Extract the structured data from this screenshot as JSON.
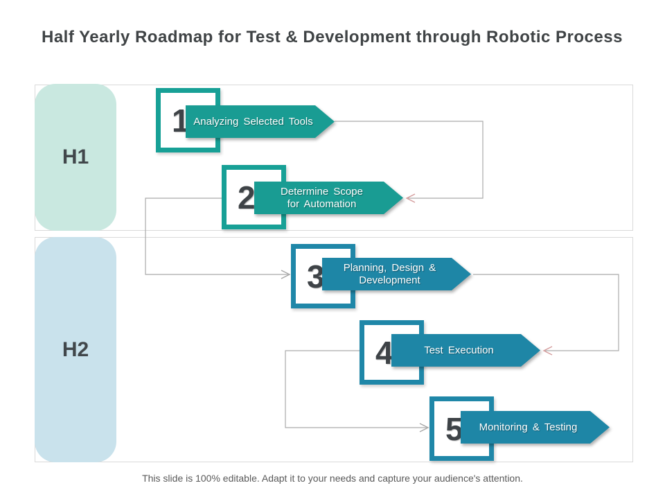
{
  "title": "Half Yearly Roadmap for Test & Development through Robotic Process",
  "footer": "This slide is 100% editable. Adapt it to your needs and capture your audience's attention.",
  "sections": [
    {
      "label": "H1"
    },
    {
      "label": "H2"
    }
  ],
  "steps": [
    {
      "number": "1",
      "label": "Analyzing Selected Tools",
      "half": "H1",
      "color": "#199c93"
    },
    {
      "number": "2",
      "label": "Determine Scope\nfor Automation",
      "half": "H1",
      "color": "#199c93"
    },
    {
      "number": "3",
      "label": "Planning, Design &\nDevelopment",
      "half": "H2",
      "color": "#1e86a6"
    },
    {
      "number": "4",
      "label": "Test Execution",
      "half": "H2",
      "color": "#1e86a6"
    },
    {
      "number": "5",
      "label": "Monitoring & Testing",
      "half": "H2",
      "color": "#1e86a6"
    }
  ],
  "colors": {
    "teal_arrow": "#199c93",
    "teal_square_border": "#17a096",
    "blue_arrow": "#1e86a6",
    "blue_square_border": "#1f87a8",
    "h1_pill_fill": "#c9e8e0",
    "h2_pill_fill": "#c9e2ec",
    "section_border": "#d9d9d9",
    "connector_line": "#ababab",
    "connector_arrowhead_left": "#d49c9c",
    "connector_arrowhead_right": "#a6a6a6",
    "number_text": "#3e4347",
    "title_text": "#3f4345",
    "footer_text": "#595959"
  }
}
